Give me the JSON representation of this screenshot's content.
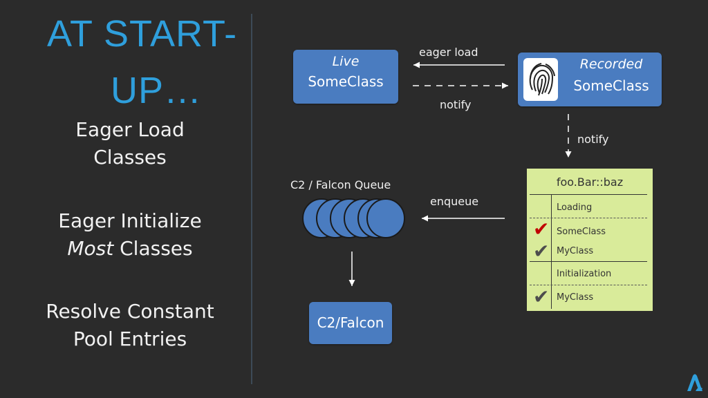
{
  "slide": {
    "title_line1": "AT START-",
    "title_line2": "UP…",
    "bullets": [
      {
        "line1": "Eager Load",
        "line2": "Classes"
      },
      {
        "line1": "Eager Initialize",
        "line2_em": "Most",
        "line2_rest": " Classes"
      },
      {
        "line1": "Resolve Constant",
        "line2": "Pool Entries"
      }
    ]
  },
  "diagram": {
    "live_box": {
      "italic": "Live",
      "name": "SomeClass"
    },
    "recorded_box": {
      "italic": "Recorded",
      "name": "SomeClass",
      "icon": "fingerprint-icon"
    },
    "arrow_eager_load": "eager load",
    "arrow_notify_horizontal": "notify",
    "arrow_notify_vertical": "notify",
    "queue_label": "C2 / Falcon Queue",
    "arrow_enqueue": "enqueue",
    "compiler_box": "C2/Falcon",
    "method_panel": {
      "title": "foo.Bar::baz",
      "rows": [
        {
          "label": "Loading",
          "check": ""
        },
        {
          "label": "SomeClass",
          "check": "red"
        },
        {
          "label": "MyClass",
          "check": "gray"
        },
        {
          "label": "Initialization",
          "check": ""
        },
        {
          "label": "MyClass",
          "check": "gray"
        }
      ]
    },
    "colors": {
      "box": "#4a7cc0",
      "panel": "#d9eb9a",
      "title": "#2f9fdc",
      "check_red": "#c00000",
      "check_gray": "#4d4d4d"
    }
  },
  "logo": {
    "icon": "azul-logo-icon"
  }
}
